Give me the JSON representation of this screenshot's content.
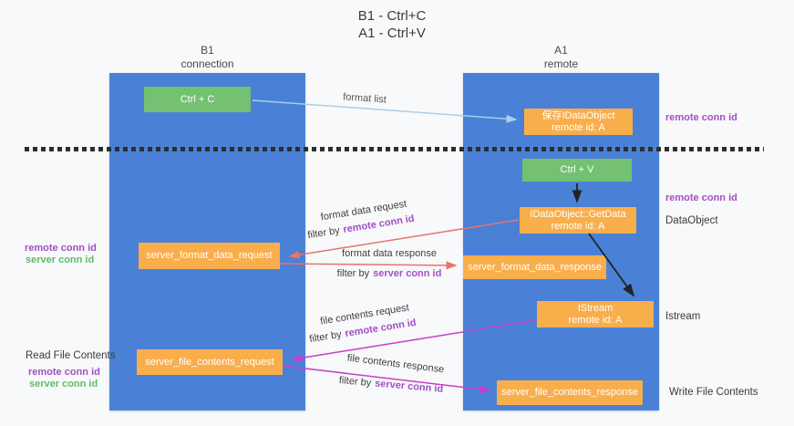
{
  "title": {
    "line1": "B1 - Ctrl+C",
    "line2": "A1 - Ctrl+V"
  },
  "lanes": {
    "left": {
      "line1": "B1",
      "line2": "connection"
    },
    "right": {
      "line1": "A1",
      "line2": "remote"
    }
  },
  "boxes": {
    "ctrl_c": "Ctrl + C",
    "ctrl_v": "Ctrl + V",
    "save_idataobject": {
      "line1": "保存IDataObject",
      "line2": "remote id: A"
    },
    "getdata": {
      "line1": "IDataObject::GetData",
      "line2": "remote id: A"
    },
    "istream": {
      "line1": "IStream",
      "line2": "remote id: A"
    },
    "server_format_data_request": "server_format_data_request",
    "server_format_data_response": "server_format_data_response",
    "server_file_contents_request": "server_file_contents_request",
    "server_file_contents_response": "server_file_contents_response"
  },
  "arrow_labels": {
    "format_list": "format list",
    "format_data_request": "format data request",
    "format_data_response": "format data response",
    "file_contents_request": "file contents request",
    "file_contents_response": "file contents response",
    "filter_by": "filter by",
    "remote_conn_id": "remote conn id",
    "server_conn_id": "server conn id"
  },
  "side_labels": {
    "remote_conn_id": "remote conn id",
    "server_conn_id": "server conn id",
    "dataobject": "DataObject",
    "istream": "Istream",
    "read_file_contents": "Read File Contents",
    "write_file_contents": "Write File Contents"
  },
  "colors": {
    "lane_blue": "#4a81d6",
    "node_orange": "#f9ae4c",
    "node_green": "#74c173",
    "arrow_light_blue": "#a9cfe8",
    "arrow_salmon": "#e8736f",
    "arrow_magenta": "#c93ec9",
    "arrow_black": "#222222",
    "label_purple": "#a24fc4",
    "label_green": "#5fbc6a",
    "background": "#f8f9fa"
  }
}
